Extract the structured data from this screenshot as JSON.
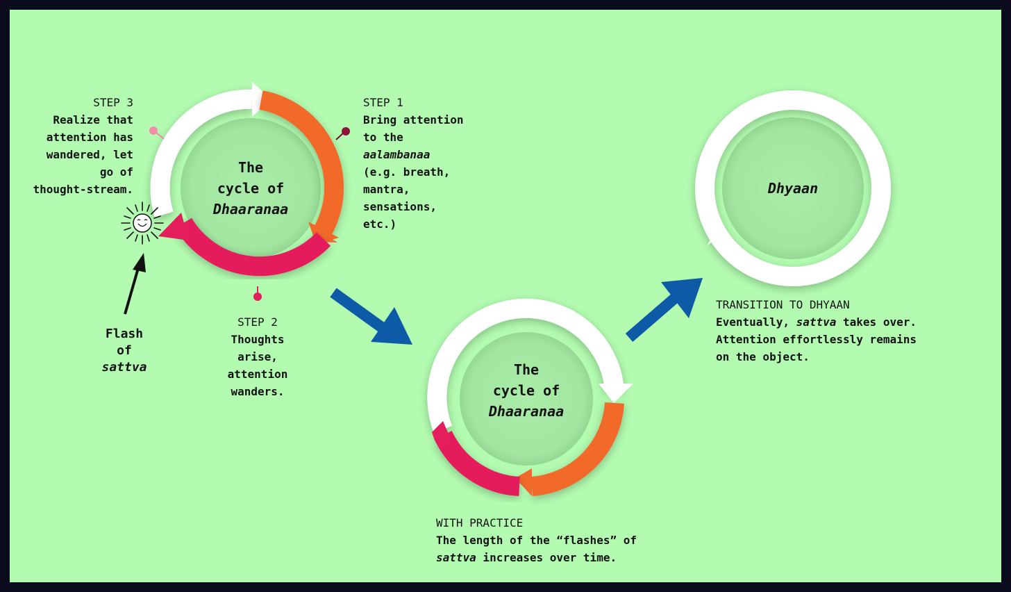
{
  "cycle1": {
    "title_line1": "The",
    "title_line2": "cycle of",
    "title_line3": "Dhaaranaa"
  },
  "step1": {
    "heading": "STEP  1",
    "lines": [
      "Bring attention",
      "to the",
      "aalambanaa",
      "(e.g. breath,",
      "mantra,",
      "sensations,",
      "etc.)"
    ]
  },
  "step2": {
    "heading": "STEP  2",
    "lines": [
      "Thoughts",
      "arise,",
      "attention",
      "wanders."
    ]
  },
  "step3": {
    "heading": "STEP 3",
    "lines": [
      "Realize that",
      "attention has",
      "wandered, let",
      "go of",
      "thought-stream."
    ]
  },
  "flash": {
    "lines": [
      "Flash",
      "of",
      "sattva"
    ]
  },
  "cycle2": {
    "title_line1": "The",
    "title_line2": "cycle of",
    "title_line3": "Dhaaranaa"
  },
  "practice": {
    "heading": "WITH PRACTICE",
    "line1": "The length of the “flashes” of",
    "line2_italic": "sattva",
    "line2_rest": " increases over time."
  },
  "cycle3": {
    "title": "Dhyaan"
  },
  "transition": {
    "heading": "TRANSITION TO DHYAAN",
    "line1_pre": "Eventually, ",
    "line1_italic": "sattva",
    "line1_post": " takes over.",
    "line2": "Attention effortlessly remains",
    "line3": "on the object."
  },
  "colors": {
    "background": "#b2fbb0",
    "frame": "#0b0b1e",
    "orange": "#f26a2b",
    "magenta": "#e41d5c",
    "blue": "#0d5aa7",
    "white_ring": "#ffffff",
    "inner_disc": "#a2e6a1"
  }
}
